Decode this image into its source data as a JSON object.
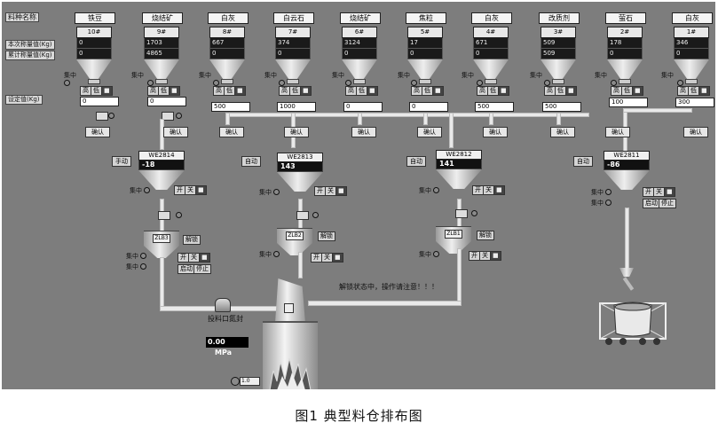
{
  "labels": {
    "material_name": "料种名称",
    "current_weight": "本次称量值(Kg)",
    "cumulative_weight": "累计称量值(Kg)",
    "setpoint": "设定值(Kg)"
  },
  "bins": [
    {
      "name": "铁豆",
      "num": "10#",
      "cur": "0",
      "cum": "0",
      "set": "0"
    },
    {
      "name": "烧结矿",
      "num": "9#",
      "cur": "1703",
      "cum": "4865",
      "set": "0"
    },
    {
      "name": "白灰",
      "num": "8#",
      "cur": "667",
      "cum": "0",
      "set": "500"
    },
    {
      "name": "白云石",
      "num": "7#",
      "cur": "374",
      "cum": "0",
      "set": "1000"
    },
    {
      "name": "烧结矿",
      "num": "6#",
      "cur": "3124",
      "cum": "0",
      "set": "0"
    },
    {
      "name": "焦粒",
      "num": "5#",
      "cur": "17",
      "cum": "0",
      "set": "0"
    },
    {
      "name": "白灰",
      "num": "4#",
      "cur": "671",
      "cum": "0",
      "set": "500"
    },
    {
      "name": "改质剂",
      "num": "3#",
      "cur": "509",
      "cum": "509",
      "set": "500"
    },
    {
      "name": "萤石",
      "num": "2#",
      "cur": "178",
      "cum": "0",
      "set": "100"
    },
    {
      "name": "白灰",
      "num": "1#",
      "cur": "346",
      "cum": "0",
      "set": "300"
    }
  ],
  "buttons": {
    "confirm": "确认",
    "high": "高",
    "low": "低",
    "central": "集中",
    "open": "开",
    "close": "关",
    "start": "启动",
    "stop": "停止",
    "unlock": "解锁"
  },
  "scales": [
    {
      "tag": "WE2814",
      "reading": "-18",
      "mode": "手动"
    },
    {
      "tag": "WE2813",
      "reading": "143",
      "mode": "自动"
    },
    {
      "tag": "WE2812",
      "reading": "141",
      "mode": "自动"
    },
    {
      "tag": "WE2811",
      "reading": "-86",
      "mode": "自动"
    }
  ],
  "buffers": [
    {
      "tag": "ZLB3"
    },
    {
      "tag": "ZLB2"
    },
    {
      "tag": "ZLB1"
    }
  ],
  "status_message": "解锁状态中，操作请注意！！！",
  "seal_label": "投料口氮封",
  "pressure": {
    "value": "0.00",
    "unit": "MPa"
  },
  "small_readout": "1.0",
  "caption": "图1  典型料仓排布图"
}
